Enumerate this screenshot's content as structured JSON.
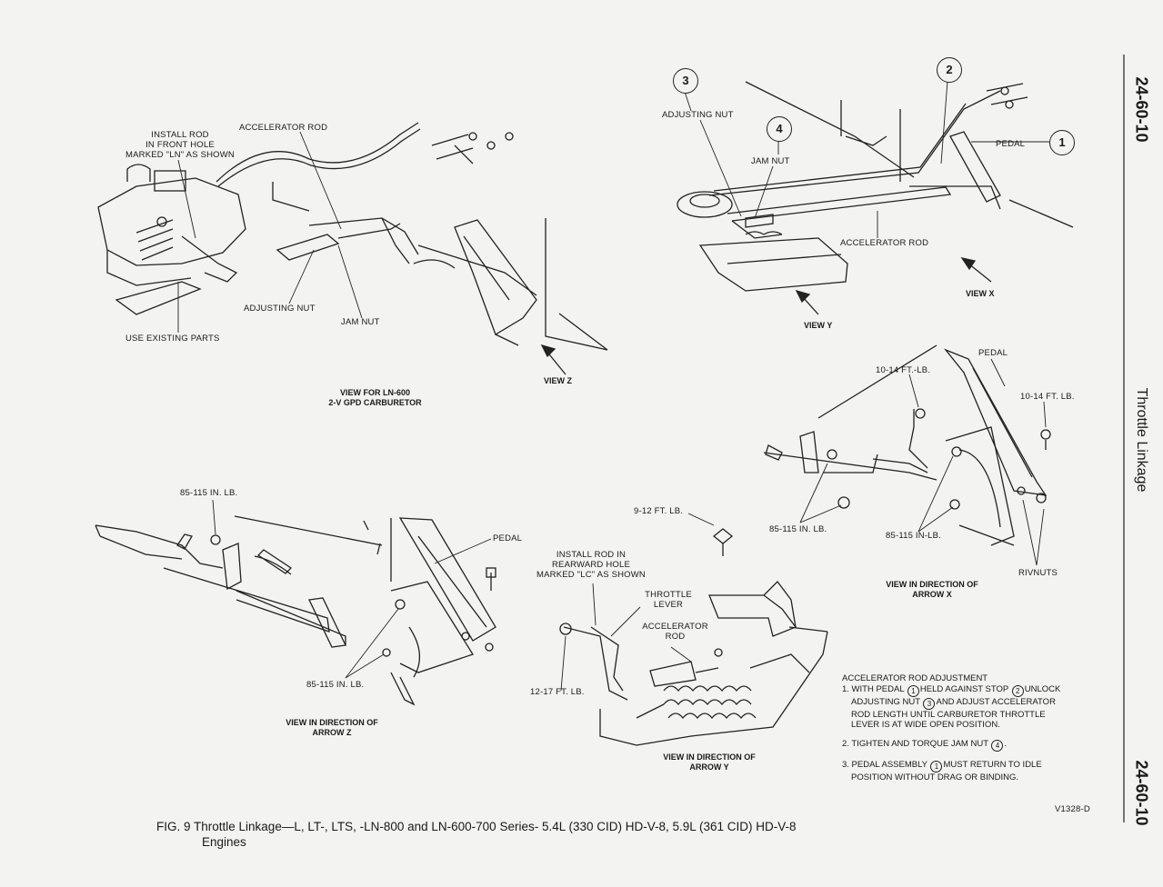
{
  "side_labels": {
    "page_number_top": "24-60-10",
    "section": "Throttle Linkage",
    "page_number_bottom": "24-60-10"
  },
  "view_z": {
    "install_rod": [
      "INSTALL ROD",
      "IN FRONT HOLE",
      "MARKED \"LN\" AS SHOWN"
    ],
    "accelerator_rod": "ACCELERATOR ROD",
    "adjusting_nut": "ADJUSTING NUT",
    "jam_nut": "JAM NUT",
    "use_existing_parts": "USE EXISTING PARTS",
    "view_title": [
      "VIEW FOR LN-600",
      "2-V GPD CARBURETOR"
    ],
    "view_z": "VIEW Z"
  },
  "view_xy": {
    "callout_1": "1",
    "callout_2": "2",
    "callout_3": "3",
    "callout_4": "4",
    "adjusting_nut": "ADJUSTING NUT",
    "jam_nut": "JAM NUT",
    "pedal": "PEDAL",
    "accelerator_rod": "ACCELERATOR ROD",
    "view_x": "VIEW X",
    "view_y": "VIEW Y"
  },
  "arrow_x": {
    "pedal": "PEDAL",
    "torque_10_14_a": "10-14 FT.-LB.",
    "torque_10_14_b": "10-14 FT. LB.",
    "torque_85_115_a": "85-115 IN. LB.",
    "torque_85_115_b": "85-115 IN-LB.",
    "rivnuts": "RIVNUTS",
    "view_title": [
      "VIEW IN DIRECTION OF",
      "ARROW X"
    ]
  },
  "arrow_z": {
    "torque_top": "85-115 IN. LB.",
    "pedal": "PEDAL",
    "torque_bottom": "85-115 IN. LB.",
    "view_title": [
      "VIEW IN DIRECTION OF",
      "ARROW Z"
    ]
  },
  "arrow_y": {
    "torque_9_12": "9-12 FT. LB.",
    "install_rod": [
      "INSTALL ROD IN",
      "REARWARD HOLE",
      "MARKED \"LC\" AS SHOWN"
    ],
    "throttle_lever": [
      "THROTTLE",
      "LEVER"
    ],
    "accelerator_rod": [
      "ACCELERATOR",
      "ROD"
    ],
    "torque_12_17": "12-17 FT. LB.",
    "view_title": [
      "VIEW IN DIRECTION OF",
      "ARROW Y"
    ]
  },
  "notes": {
    "title": "ACCELERATOR ROD ADJUSTMENT",
    "step1_a": "1. WITH PEDAL",
    "step1_b": "HELD AGAINST STOP",
    "step1_c": "UNLOCK",
    "step1_d": "ADJUSTING NUT",
    "step1_e": "AND ADJUST ACCELERATOR",
    "step1_f": "ROD LENGTH UNTIL CARBURETOR THROTTLE",
    "step1_g": "LEVER IS AT WIDE OPEN POSITION.",
    "step2_a": "2. TIGHTEN AND TORQUE JAM NUT",
    "step3_a": "3. PEDAL ASSEMBLY",
    "step3_b": "MUST RETURN TO IDLE",
    "step3_c": "POSITION WITHOUT DRAG OR BINDING.",
    "n1": "1",
    "n2": "2",
    "n3": "3",
    "n4": "4"
  },
  "figure_code": "V1328-D",
  "caption": {
    "line1": "FIG. 9 Throttle Linkage—L, LT-, LTS, -LN-800 and LN-600-700 Series- 5.4L (330 CID) HD-V-8, 5.9L (361 CID) HD-V-8",
    "line2": "Engines"
  }
}
